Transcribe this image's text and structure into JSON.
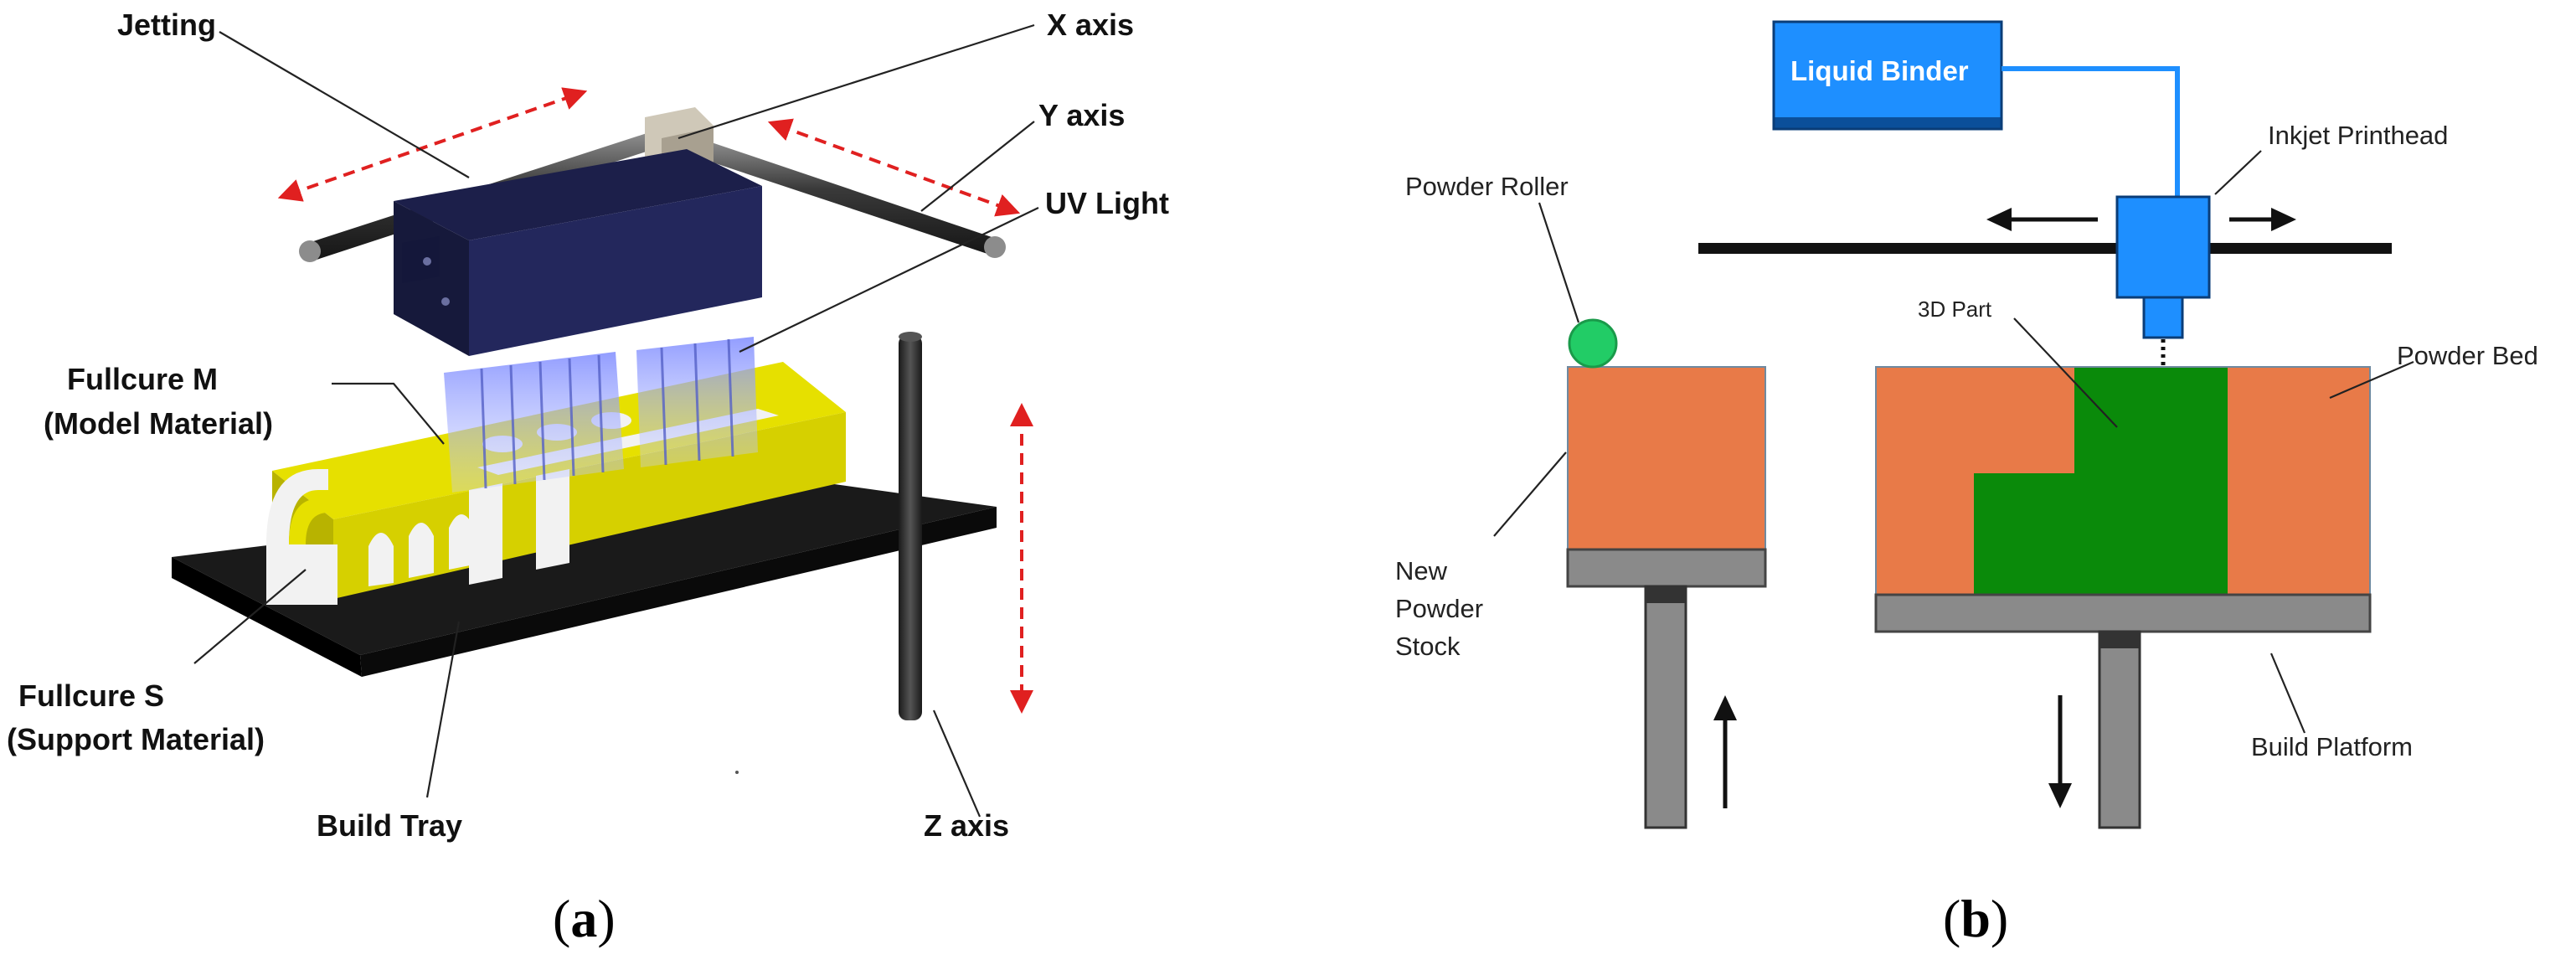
{
  "panel_a": {
    "caption_open": "(",
    "caption_letter": "a",
    "caption_close": ")",
    "labels": {
      "jetting": "Jetting",
      "x_axis": "X axis",
      "y_axis": "Y axis",
      "uv_light": "UV Light",
      "fullcure_m_line1": "Fullcure M",
      "fullcure_m_line2": "(Model Material)",
      "fullcure_s_line1": "Fullcure S",
      "fullcure_s_line2": "(Support Material)",
      "build_tray": "Build Tray",
      "z_axis": "Z axis"
    },
    "colors": {
      "motion_arrow": "#e02020",
      "jet_head": "#1c1f4a",
      "model_material": "#e6e000",
      "support_material": "#f2f2f2",
      "tray": "#1a1a1a",
      "uv_glow": "#8f9cff"
    }
  },
  "panel_b": {
    "caption_open": "(",
    "caption_letter": "b",
    "caption_close": ")",
    "labels": {
      "liquid_binder": "Liquid Binder",
      "inkjet_printhead": "Inkjet Printhead",
      "powder_roller": "Powder Roller",
      "part_3d": "3D Part",
      "powder_bed": "Powder Bed",
      "new_powder_line1": "New",
      "new_powder_line2": "Powder",
      "new_powder_line3": "Stock",
      "build_platform": "Build Platform"
    },
    "colors": {
      "binder": "#1e8fff",
      "printhead": "#1e8fff",
      "powder": "#e87a48",
      "part": "#0a8a0a",
      "roller": "#22cc66",
      "platform": "#8a8a8a",
      "rail": "#111111"
    }
  }
}
